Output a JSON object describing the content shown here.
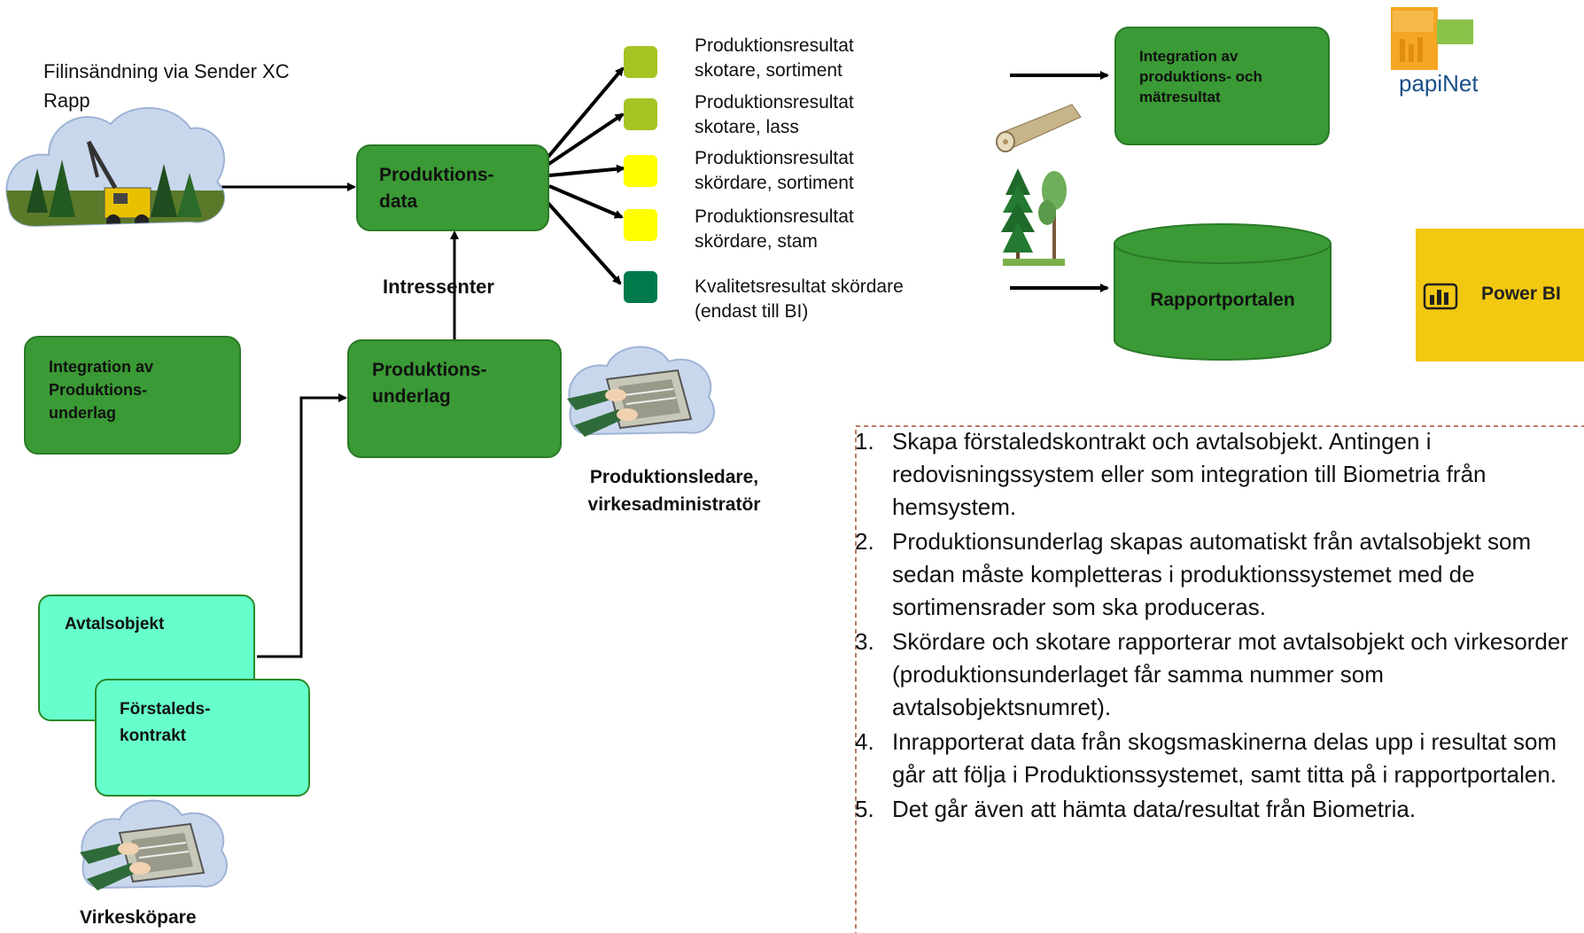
{
  "left": {
    "source_label": "Filinsändning via Sender XC Rapp",
    "prod_data_box": "Produktions-\ndata",
    "intressenter": "Intressenter",
    "prod_underlag_box": "Produktions-\nunderlag",
    "integration_box": "Integration av\nProduktions-\nunderlag",
    "avtalsobjekt_box": "Avtalsobjekt",
    "forstaleds_box": "Förstaleds-\nkontrakt",
    "produktionsledare": "Produktionsledare,\nvirkesadministratör",
    "virkeskopare": "Virkesköpare"
  },
  "outputs": [
    {
      "label": "Produktionsresultat\nskotare, sortiment",
      "color": "#a4c424"
    },
    {
      "label": "Produktionsresultat\nskotare, lass",
      "color": "#a4c424"
    },
    {
      "label": "Produktionsresultat\nskördare, sortiment",
      "color": "#ffff00"
    },
    {
      "label": "Produktionsresultat\nskördare, stam",
      "color": "#ffff00"
    },
    {
      "label": "Kvalitetsresultat skördare\n(endast till BI)",
      "color": "#007a4a"
    }
  ],
  "right": {
    "integration_box": "Integration av\nproduktions- och\nmätresultat",
    "rapportportalen": "Rapportportalen",
    "papinet": "papiNet",
    "powerbi": "Power BI"
  },
  "steps": [
    {
      "num": "1.",
      "text": "Skapa förstaledskontrakt och avtalsobjekt. Antingen i redovisningssystem eller som integration till Biometria från hemsystem."
    },
    {
      "num": "2.",
      "text": "Produktionsunderlag skapas automatiskt från avtalsobjekt som sedan måste kompletteras i produktionssystemet med de sortimensrader som ska produceras."
    },
    {
      "num": "3.",
      "text": "Skördare och skotare rapporterar mot avtalsobjekt och virkesorder (produktionsunderlaget får samma nummer som avtalsobjektsnumret)."
    },
    {
      "num": "4.",
      "text": "Inrapporterat data från skogsmaskinerna delas upp i resultat som går att följa i Produktionssystemet, samt titta på i rapportportalen."
    },
    {
      "num": "5.",
      "text": "Det går även att hämta data/resultat från Biometria."
    }
  ],
  "colors": {
    "green_box": "#3a9a35",
    "turquoise_box": "#66ffcc",
    "powerbi_bg": "#f2c811",
    "papinet_text": "#1a4f8a"
  }
}
